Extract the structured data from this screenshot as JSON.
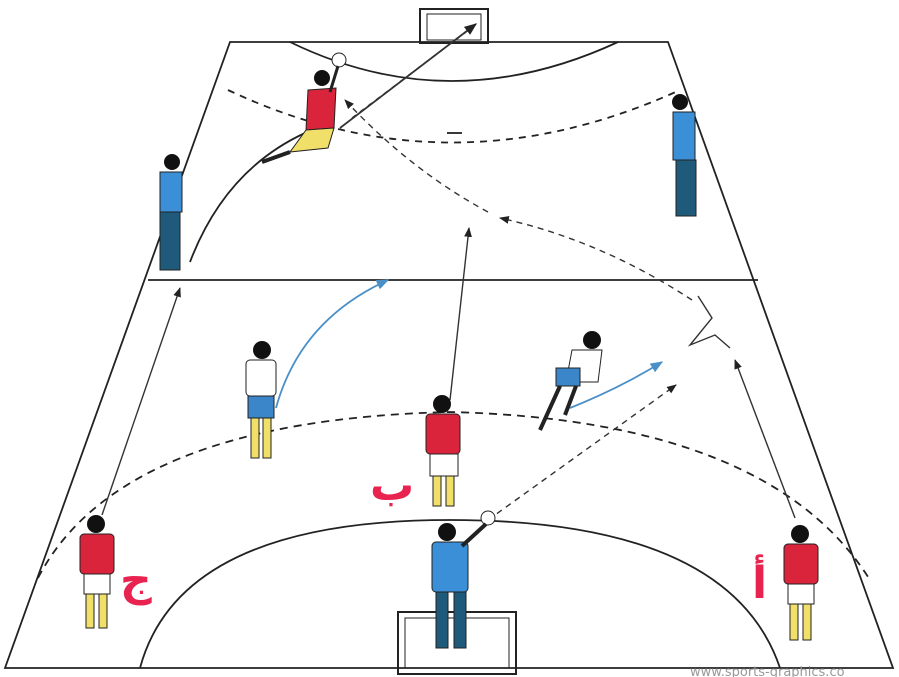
{
  "labels": {
    "left_player": "ج",
    "center_player": "ب",
    "right_player": "أ"
  },
  "watermark": "www.sports-graphics.co",
  "colors": {
    "court_line": "#222222",
    "attacker_shirt": "#d9243c",
    "defender_shirt": "#ffffff",
    "defender_shorts": "#3a86c8",
    "referee_shirt": "#3a8fd6",
    "referee_trousers": "#1f5a7a",
    "label_color": "#e8234f",
    "movement_arrow": "#4a90c8",
    "pass_arrow": "#333333"
  }
}
